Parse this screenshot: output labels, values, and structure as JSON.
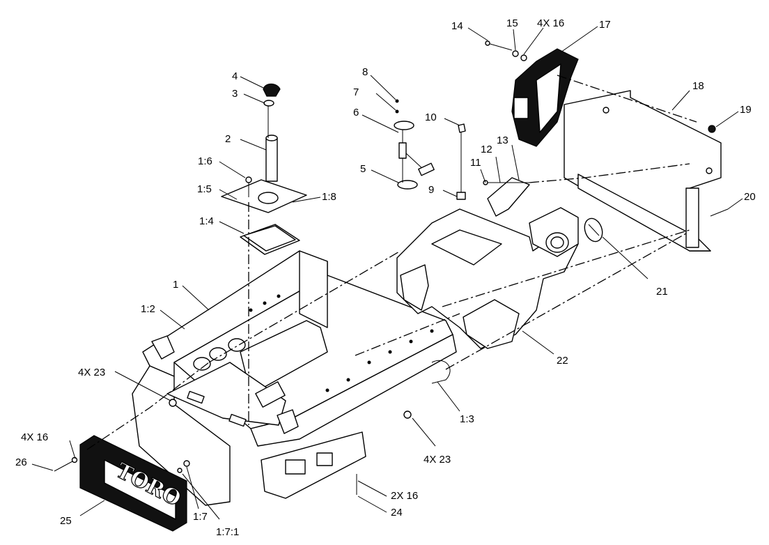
{
  "callouts": [
    {
      "id": "c14",
      "text": "14"
    },
    {
      "id": "c15",
      "text": "15"
    },
    {
      "id": "c4x16top",
      "text": "4X 16"
    },
    {
      "id": "c17",
      "text": "17"
    },
    {
      "id": "c18",
      "text": "18"
    },
    {
      "id": "c19",
      "text": "19"
    },
    {
      "id": "c20",
      "text": "20"
    },
    {
      "id": "c21",
      "text": "21"
    },
    {
      "id": "c22",
      "text": "22"
    },
    {
      "id": "c13",
      "text": "13"
    },
    {
      "id": "c12",
      "text": "12"
    },
    {
      "id": "c11",
      "text": "11"
    },
    {
      "id": "c10",
      "text": "10"
    },
    {
      "id": "c9",
      "text": "9"
    },
    {
      "id": "c8",
      "text": "8"
    },
    {
      "id": "c7",
      "text": "7"
    },
    {
      "id": "c6",
      "text": "6"
    },
    {
      "id": "c5",
      "text": "5"
    },
    {
      "id": "c4",
      "text": "4"
    },
    {
      "id": "c3",
      "text": "3"
    },
    {
      "id": "c2",
      "text": "2"
    },
    {
      "id": "c1_6",
      "text": "1:6"
    },
    {
      "id": "c1_5",
      "text": "1:5"
    },
    {
      "id": "c1_8",
      "text": "1:8"
    },
    {
      "id": "c1_4",
      "text": "1:4"
    },
    {
      "id": "c1",
      "text": "1"
    },
    {
      "id": "c1_2",
      "text": "1:2"
    },
    {
      "id": "c4x23left",
      "text": "4X 23"
    },
    {
      "id": "c1_3",
      "text": "1:3"
    },
    {
      "id": "c4x23right",
      "text": "4X 23"
    },
    {
      "id": "c4x16bottom",
      "text": "4X 16"
    },
    {
      "id": "c26",
      "text": "26"
    },
    {
      "id": "c25",
      "text": "25"
    },
    {
      "id": "c1_7",
      "text": "1:7"
    },
    {
      "id": "c1_7_1",
      "text": "1:7:1"
    },
    {
      "id": "c2x16",
      "text": "2X 16"
    },
    {
      "id": "c24",
      "text": "24"
    }
  ],
  "logo_text": "TORO"
}
